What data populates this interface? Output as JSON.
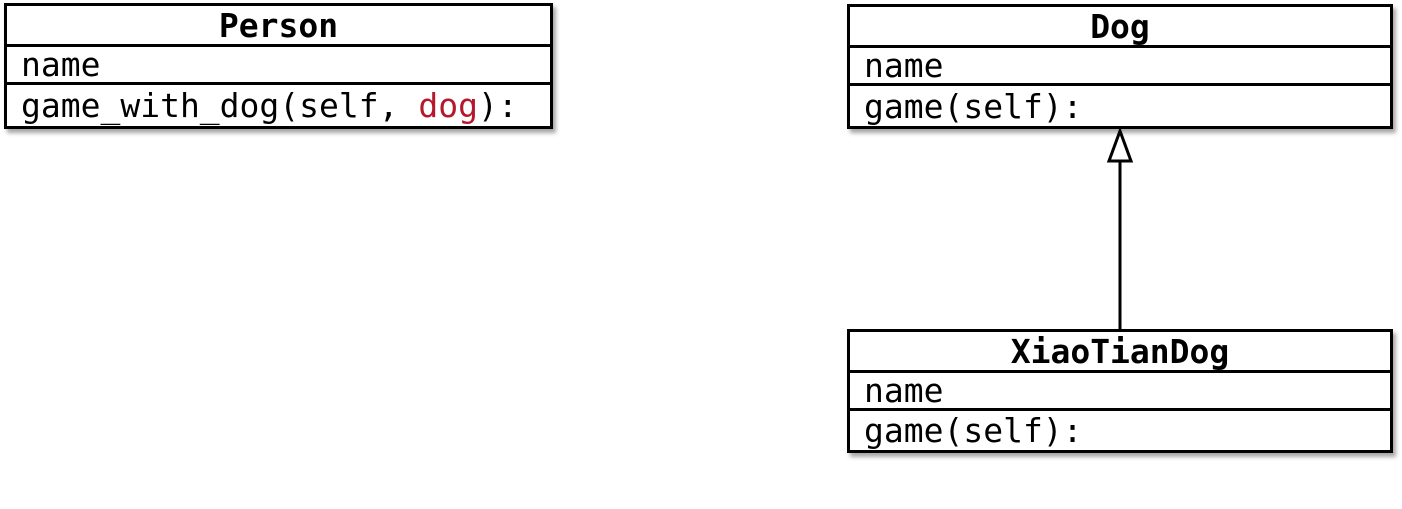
{
  "classes": {
    "person": {
      "title": "Person",
      "attribute": "name",
      "method": {
        "prefix": "game_with_dog(self, ",
        "highlight": "dog",
        "suffix": "):"
      }
    },
    "dog": {
      "title": "Dog",
      "attribute": "name",
      "method": "game(self):"
    },
    "xiaotiandog": {
      "title": "XiaoTianDog",
      "attribute": "name",
      "method": "game(self):"
    }
  },
  "relation": {
    "type": "inheritance",
    "from": "XiaoTianDog",
    "to": "Dog"
  },
  "colors": {
    "highlight_red": "#b5172b",
    "line": "#000000",
    "background": "#ffffff"
  }
}
